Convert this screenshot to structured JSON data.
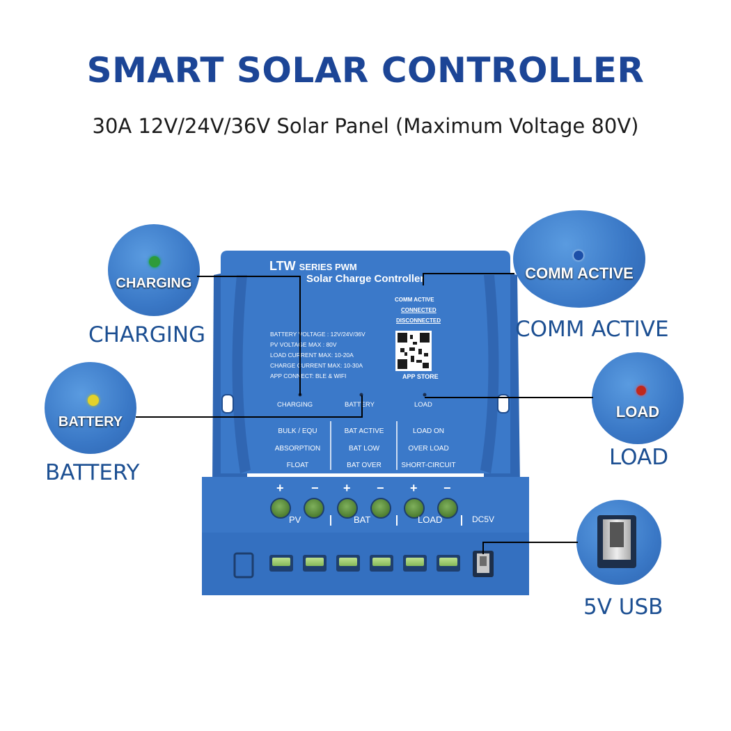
{
  "header": {
    "title": "SMART SOLAR CONTROLLER",
    "subtitle": "30A 12V/24V/36V Solar Panel (Maximum Voltage 80V)"
  },
  "callouts": {
    "charging": {
      "bubble_text": "CHARGING",
      "label": "CHARGING",
      "led_color": "#2e9b3a"
    },
    "battery": {
      "bubble_text": "BATTERY",
      "label": "BATTERY",
      "led_color": "#e3d22a"
    },
    "comm": {
      "bubble_text": "COMM ACTIVE",
      "label": "COMM ACTIVE",
      "led_color": "#1c4fa8"
    },
    "load": {
      "bubble_text": "LOAD",
      "label": "LOAD",
      "led_color": "#c0281c"
    },
    "usb": {
      "label": "5V USB"
    }
  },
  "panel": {
    "brand": "LTW",
    "series": "SERIES PWM",
    "product": "Solar Charge Controller",
    "comm_status": [
      "COMM ACTIVE",
      "CONNECTED",
      "DISCONNECTED"
    ],
    "app_store": "APP STORE",
    "specs": [
      "BATTERY VOLTAGE : 12V/24V/36V",
      "PV VOLTAGE MAX : 80V",
      "LOAD CURRENT MAX: 10-20A",
      "CHARGE CURRENT MAX: 10-30A",
      "APP CONNECT: BLE & WIFI"
    ],
    "indicators": [
      "CHARGING",
      "BATTERY",
      "LOAD"
    ],
    "status_cols": [
      [
        "BULK / EQU",
        "ABSORPTION",
        "FLOAT"
      ],
      [
        "BAT ACTIVE",
        "BAT LOW",
        "BAT OVER"
      ],
      [
        "LOAD ON",
        "OVER LOAD",
        "SHORT-CIRCUIT"
      ]
    ],
    "terminal_signs": [
      "+",
      "−",
      "+",
      "−",
      "+",
      "−"
    ],
    "terminal_groups": [
      "PV",
      "BAT",
      "LOAD",
      "DC5V"
    ],
    "colors": {
      "body": "#3a78c9",
      "accent": "#1c4596"
    }
  }
}
